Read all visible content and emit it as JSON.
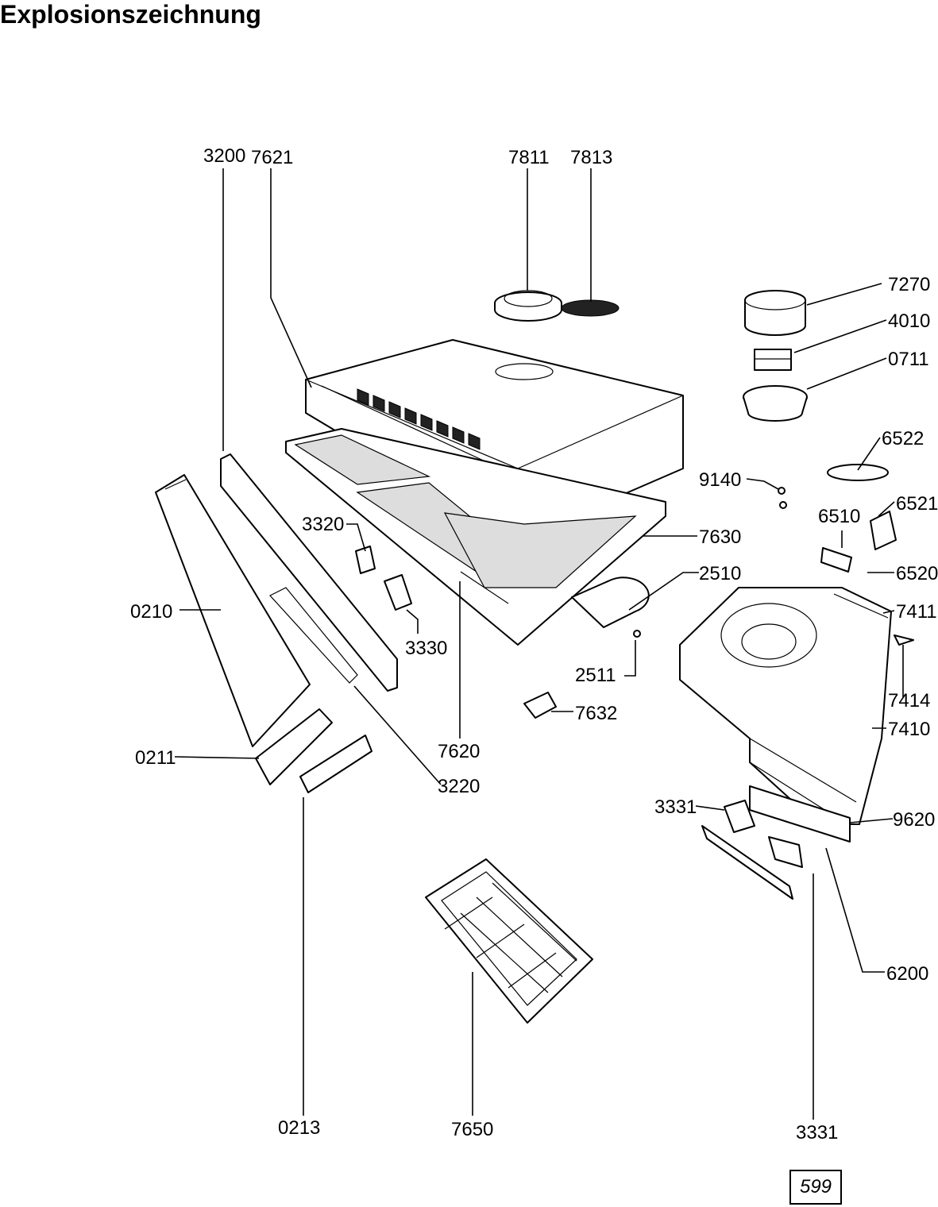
{
  "title": "Explosionszeichnung",
  "page_number": "599",
  "part_labels": [
    "3200",
    "7621",
    "7811",
    "7813",
    "7270",
    "4010",
    "0711",
    "6522",
    "9140",
    "6521",
    "6510",
    "3320",
    "7630",
    "2510",
    "6520",
    "7411",
    "0210",
    "3330",
    "2511",
    "7414",
    "7632",
    "7410",
    "7620",
    "0211",
    "3220",
    "3331",
    "9620",
    "6200",
    "0213",
    "7650",
    "3331"
  ]
}
